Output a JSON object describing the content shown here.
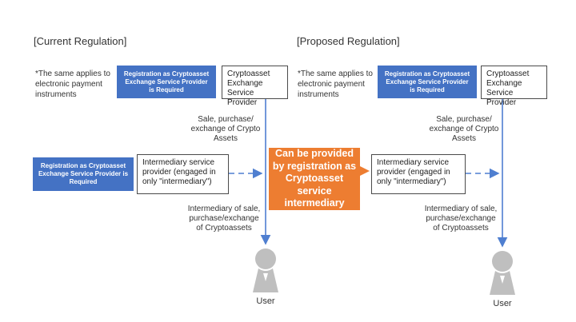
{
  "colors": {
    "accent_blue": "#4472C4",
    "highlight_orange": "#ED7D31",
    "arrow_blue": "#4F7FD0",
    "user_gray": "#BFBFBF"
  },
  "current": {
    "title": "[Current Regulation]",
    "note": "*The same applies to electronic payment instruments",
    "registration_top": "Registration as Cryptoasset Exchange Service Provider is Required",
    "provider": "Cryptoasset Exchange Service Provider",
    "sale_label": "Sale, purchase/ exchange of Crypto Assets",
    "registration_left": "Registration as Cryptoasset Exchange Service Provider is Required",
    "intermediary": "Intermediary service provider (engaged in only \"intermediary\")",
    "intermediary_label": "Intermediary of sale, purchase/exchange of Cryptoassets",
    "user": "User"
  },
  "center": {
    "callout": "Can be provided by registration as Cryptoasset service intermediary"
  },
  "proposed": {
    "title": "[Proposed Regulation]",
    "note": "*The same applies to electronic payment instruments",
    "registration_top": "Registration as Cryptoasset Exchange Service Provider is Required",
    "provider": "Cryptoasset Exchange Service Provider",
    "sale_label": "Sale, purchase/ exchange of Crypto Assets",
    "intermediary": "Intermediary service provider (engaged in only \"intermediary\")",
    "intermediary_label": "Intermediary of sale, purchase/exchange of Cryptoassets",
    "user": "User"
  }
}
